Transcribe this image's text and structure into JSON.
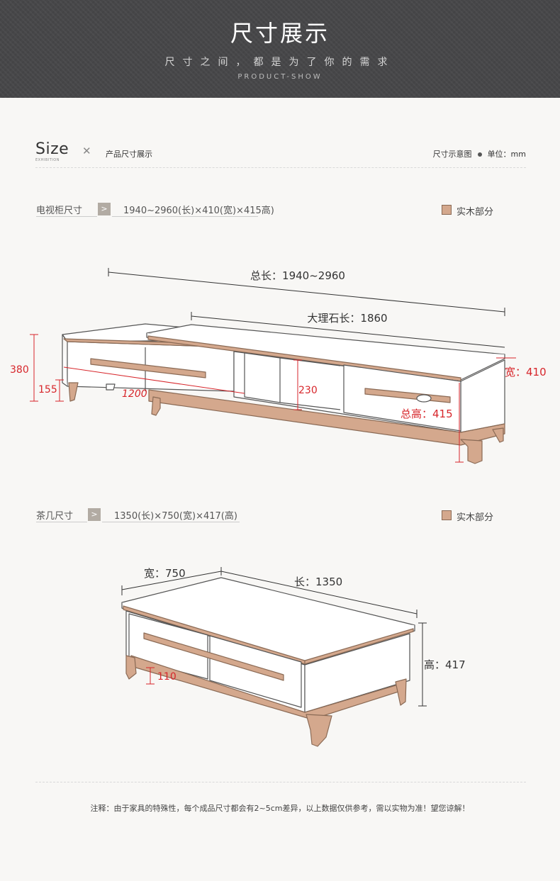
{
  "header": {
    "title": "尺寸展示",
    "subtitle": "尺寸之间，都是为了你的需求",
    "english": "PRODUCT-SHOW"
  },
  "section": {
    "size_word": "Size",
    "exhibition": "EXHIBITION",
    "cross": "✕",
    "subtitle": "产品尺寸展示",
    "diagram_label": "尺寸示意图",
    "unit": "单位：mm"
  },
  "tv_cabinet": {
    "label": "电视柜尺寸",
    "arrow": ">",
    "dims": "1940~2960(长)×410(宽)×415高)",
    "legend": "实木部分",
    "annotations": {
      "total_length": "总长：1940~2960",
      "marble_length": "大理石长：1860",
      "width": "宽：410",
      "total_height": "总高：415",
      "h380": "380",
      "h155": "155",
      "w1200": "1200",
      "h230": "230"
    }
  },
  "coffee_table": {
    "label": "茶几尺寸",
    "arrow": ">",
    "dims": "1350(长)×750(宽)×417(高)",
    "legend": "实木部分",
    "annotations": {
      "width": "宽：750",
      "length": "长：1350",
      "height": "高：417",
      "h110": "110"
    }
  },
  "note": "注释：由于家具的特殊性，每个成品尺寸都会有2~5cm差异，以上数据仅供参考，需以实物为准！望您谅解！",
  "colors": {
    "header_bg": "#474749",
    "wood": "#d4a88d",
    "dimension_red": "#d7262b",
    "dimension_dark": "#333333"
  }
}
